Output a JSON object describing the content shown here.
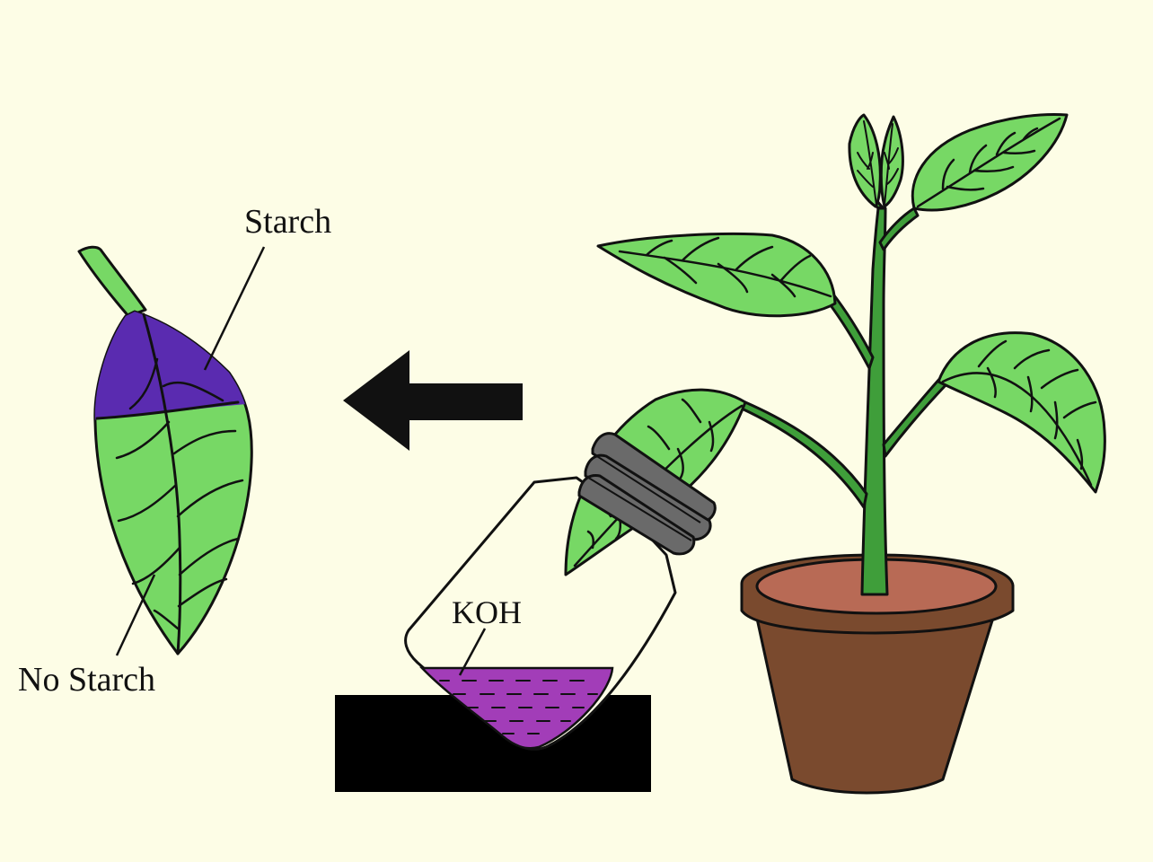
{
  "labels": {
    "starch": "Starch",
    "no_starch": "No Starch",
    "koh": "KOH"
  },
  "colors": {
    "background": "#fdfde6",
    "leaf_green": "#77d865",
    "stem_green": "#3f9e3a",
    "starch_purple": "#5a2bb0",
    "koh_purple": "#a23db8",
    "pot_brown": "#7a4a2e",
    "soil": "#b86a55",
    "clamp_gray": "#6a6a6a",
    "outline": "#111111"
  },
  "icons": {
    "arrow": "arrow-left-icon",
    "plant": "potted-plant-icon",
    "bottle": "bottle-icon"
  }
}
